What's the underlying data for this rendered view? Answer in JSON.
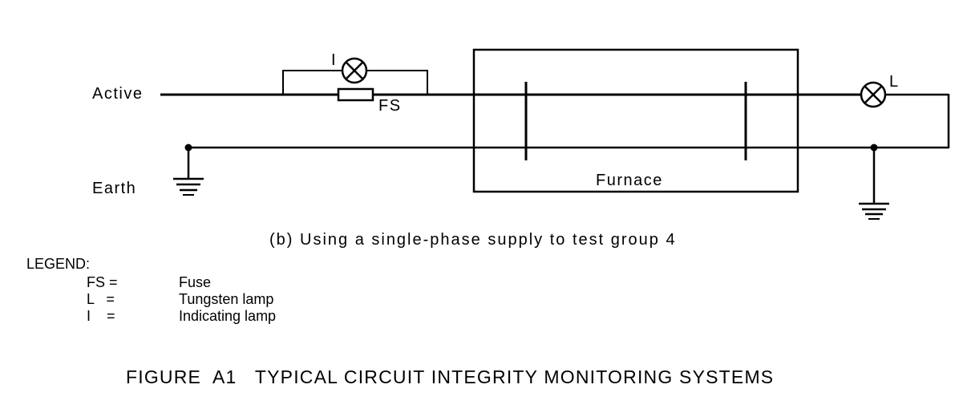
{
  "diagram": {
    "labels": {
      "active": "Active",
      "earth": "Earth",
      "furnace": "Furnace",
      "fuse": "FS",
      "tungsten_lamp": "L",
      "indicating_lamp": "I"
    },
    "caption": "(b) Using a single-phase supply to test group 4"
  },
  "legend": {
    "heading": "LEGEND:",
    "items": [
      {
        "code": "FS =",
        "description": "Fuse"
      },
      {
        "code": "L   =",
        "description": "Tungsten lamp"
      },
      {
        "code": "I    =",
        "description": "Indicating lamp"
      }
    ]
  },
  "figure_title": "FIGURE  A1   TYPICAL CIRCUIT INTEGRITY MONITORING SYSTEMS"
}
